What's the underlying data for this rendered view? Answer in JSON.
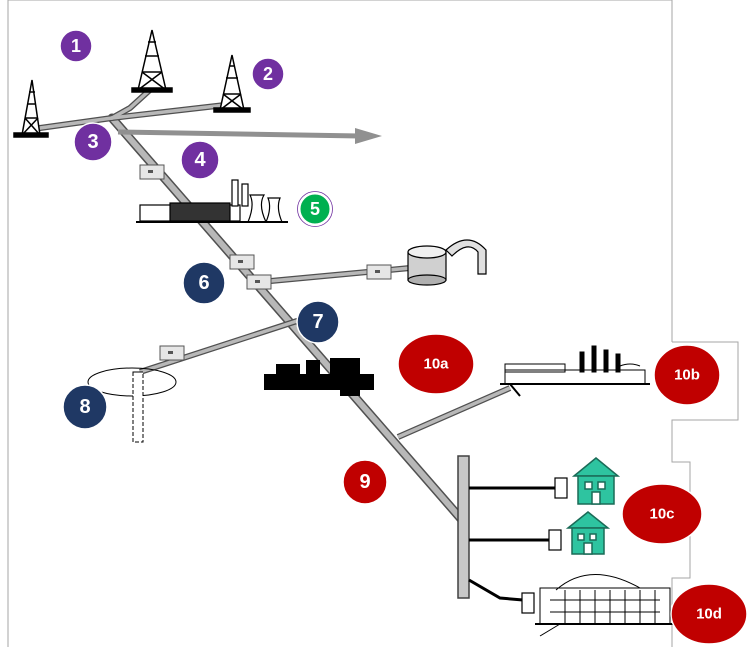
{
  "colors": {
    "purple": "#7030a0",
    "blue": "#1f3864",
    "green": "#00b050",
    "red": "#c00000",
    "pipe": "#b8b8b8",
    "house": "#2ec4a0",
    "frame": "#a6a6a6"
  },
  "badges": [
    {
      "id": "b1",
      "label": "1",
      "color": "purple"
    },
    {
      "id": "b2",
      "label": "2",
      "color": "purple"
    },
    {
      "id": "b3",
      "label": "3",
      "color": "purple"
    },
    {
      "id": "b4",
      "label": "4",
      "color": "purple"
    },
    {
      "id": "b5",
      "label": "5",
      "color": "green"
    },
    {
      "id": "b6",
      "label": "6",
      "color": "blue"
    },
    {
      "id": "b7",
      "label": "7",
      "color": "blue"
    },
    {
      "id": "b8",
      "label": "8",
      "color": "blue"
    },
    {
      "id": "b9",
      "label": "9",
      "color": "red"
    },
    {
      "id": "b10a",
      "label": "10a",
      "color": "red"
    },
    {
      "id": "b10b",
      "label": "10b",
      "color": "red"
    },
    {
      "id": "b10c",
      "label": "10c",
      "color": "red"
    },
    {
      "id": "b10d",
      "label": "10d",
      "color": "red"
    }
  ],
  "icons": [
    "oil-well-icon",
    "processing-plant-icon",
    "storage-tank-icon",
    "underground-storage-icon",
    "compressor-station-icon",
    "industrial-plant-icon",
    "house-icon",
    "commercial-building-icon",
    "meter-icon"
  ]
}
